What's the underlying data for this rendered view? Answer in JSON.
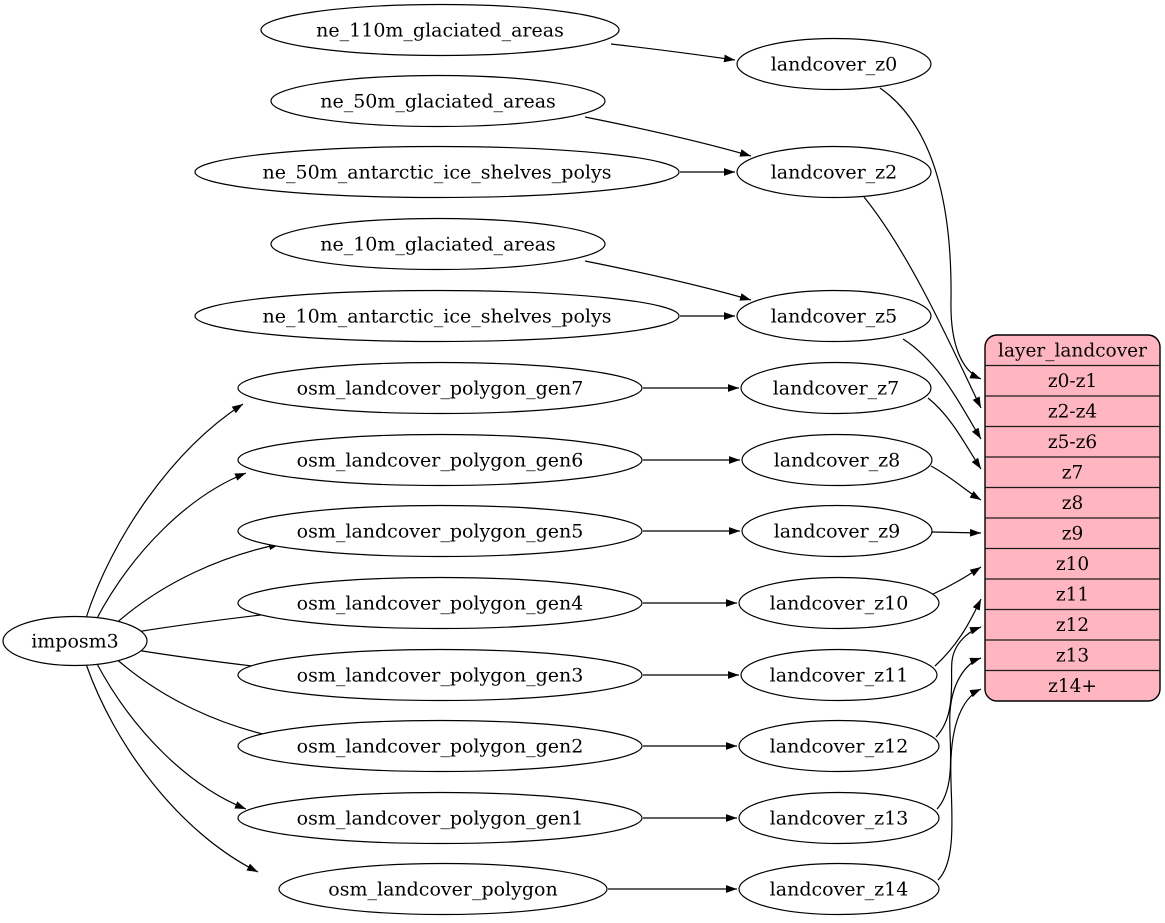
{
  "colors": {
    "background": "#ffffff",
    "node_fill": "#ffffff",
    "edge_stroke": "#000000",
    "layer_fill": "#ffb6c1",
    "text": "#000000"
  },
  "importer": {
    "label": "imposm3"
  },
  "sources": [
    {
      "label": "ne_110m_glaciated_areas"
    },
    {
      "label": "ne_50m_glaciated_areas"
    },
    {
      "label": "ne_50m_antarctic_ice_shelves_polys"
    },
    {
      "label": "ne_10m_glaciated_areas"
    },
    {
      "label": "ne_10m_antarctic_ice_shelves_polys"
    },
    {
      "label": "osm_landcover_polygon_gen7"
    },
    {
      "label": "osm_landcover_polygon_gen6"
    },
    {
      "label": "osm_landcover_polygon_gen5"
    },
    {
      "label": "osm_landcover_polygon_gen4"
    },
    {
      "label": "osm_landcover_polygon_gen3"
    },
    {
      "label": "osm_landcover_polygon_gen2"
    },
    {
      "label": "osm_landcover_polygon_gen1"
    },
    {
      "label": "osm_landcover_polygon"
    }
  ],
  "views": [
    {
      "label": "landcover_z0"
    },
    {
      "label": "landcover_z2"
    },
    {
      "label": "landcover_z5"
    },
    {
      "label": "landcover_z7"
    },
    {
      "label": "landcover_z8"
    },
    {
      "label": "landcover_z9"
    },
    {
      "label": "landcover_z10"
    },
    {
      "label": "landcover_z11"
    },
    {
      "label": "landcover_z12"
    },
    {
      "label": "landcover_z13"
    },
    {
      "label": "landcover_z14"
    }
  ],
  "layer": {
    "title": "layer_landcover",
    "rows": [
      {
        "label": "z0-z1"
      },
      {
        "label": "z2-z4"
      },
      {
        "label": "z5-z6"
      },
      {
        "label": "z7"
      },
      {
        "label": "z8"
      },
      {
        "label": "z9"
      },
      {
        "label": "z10"
      },
      {
        "label": "z11"
      },
      {
        "label": "z12"
      },
      {
        "label": "z13"
      },
      {
        "label": "z14+"
      }
    ]
  }
}
